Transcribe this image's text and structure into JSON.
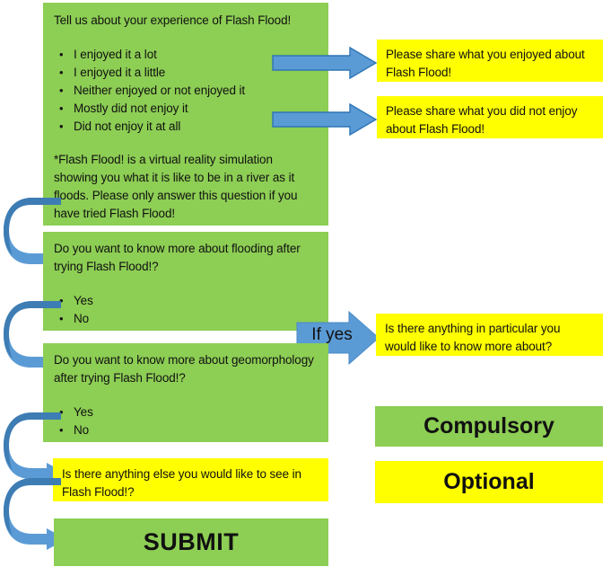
{
  "diagram": {
    "title": "Flash Flood! questionnaire flow",
    "colors": {
      "compulsory_green": "#8DCE54",
      "optional_yellow": "#FFFF00",
      "arrow_blue": "#5B9BD5",
      "arrow_outline": "#2E75B6",
      "text": "#111111",
      "background": "#FFFFFF"
    },
    "q1": {
      "prompt": "Tell us about your experience of Flash Flood!",
      "options": [
        "I enjoyed it a lot",
        "I enjoyed it a little",
        "Neither enjoyed or not enjoyed it",
        "Mostly did not enjoy it",
        "Did not enjoy it at all"
      ],
      "footnote": "*Flash Flood! is a virtual reality simulation showing you what it is like to be in a river as it floods. Please only answer this question if you have tried Flash Flood!"
    },
    "followup_enjoyed": "Please share what you enjoyed about Flash Flood!",
    "followup_not_enjoyed": "Please share what you did not enjoy about Flash Flood!",
    "q2": {
      "prompt": "Do you want to know more about flooding after trying Flash Flood!?",
      "options": [
        "Yes",
        "No"
      ]
    },
    "q3": {
      "prompt": "Do you want to know more about geomorphology after trying Flash Flood!?",
      "options": [
        "Yes",
        "No"
      ]
    },
    "if_yes_label": "If yes",
    "if_yes_followup": "Is there anything in particular you would like to know more about?",
    "q4": "Is there anything else you would like to see in Flash Flood!?",
    "submit": "SUBMIT",
    "legend": {
      "compulsory": "Compulsory",
      "optional": "Optional"
    }
  }
}
